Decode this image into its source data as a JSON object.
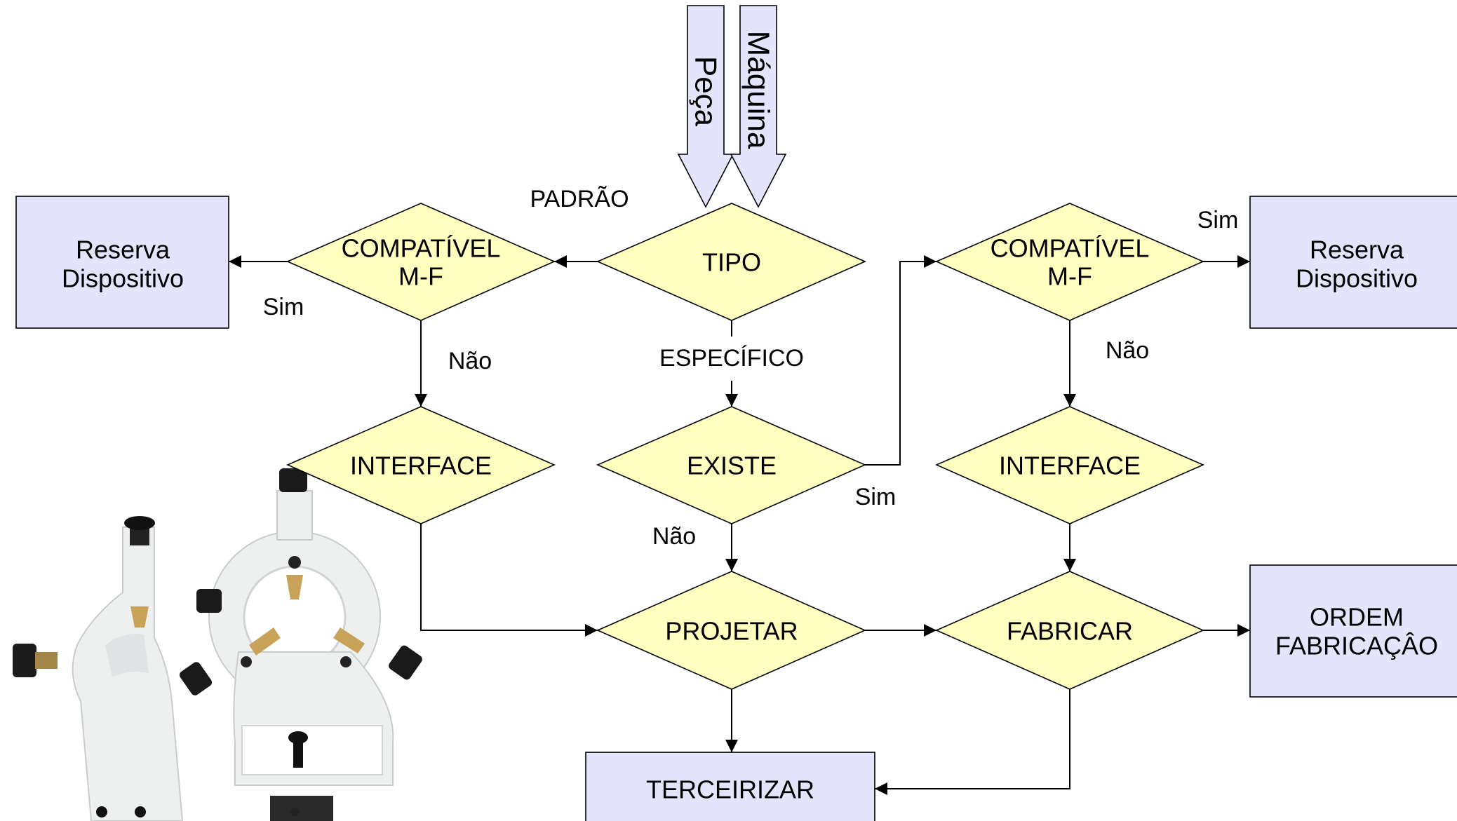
{
  "inputs": {
    "peca": "Peça",
    "maquina": "Máquina"
  },
  "nodes": {
    "tipo": "TIPO",
    "compat_left": [
      "COMPATÍVEL",
      "M-F"
    ],
    "compat_right": [
      "COMPATÍVEL",
      "M-F"
    ],
    "reserva_left": [
      "Reserva",
      "Dispositivo"
    ],
    "reserva_right": [
      "Reserva",
      "Dispositivo"
    ],
    "interface_left": "INTERFACE",
    "existe": "EXISTE",
    "interface_right": "INTERFACE",
    "projetar": "PROJETAR",
    "fabricar": "FABRICAR",
    "ordem": [
      "ORDEM",
      "FABRICAÇÂO"
    ],
    "terceirizar": "TERCEIRIZAR"
  },
  "edge_labels": {
    "padrao": "PADRÃO",
    "especifico": "ESPECÍFICO",
    "sim_left": "Sim",
    "nao_left": "Não",
    "sim_existe": "Sim",
    "nao_existe": "Não",
    "sim_right": "Sim",
    "nao_right": "Não"
  },
  "photo": {
    "subject": "lathe steady rest and follow rest (white)"
  },
  "colors": {
    "diamond_fill": "#ffffc0",
    "box_fill": "#e4e4fc",
    "line": "#000000"
  }
}
